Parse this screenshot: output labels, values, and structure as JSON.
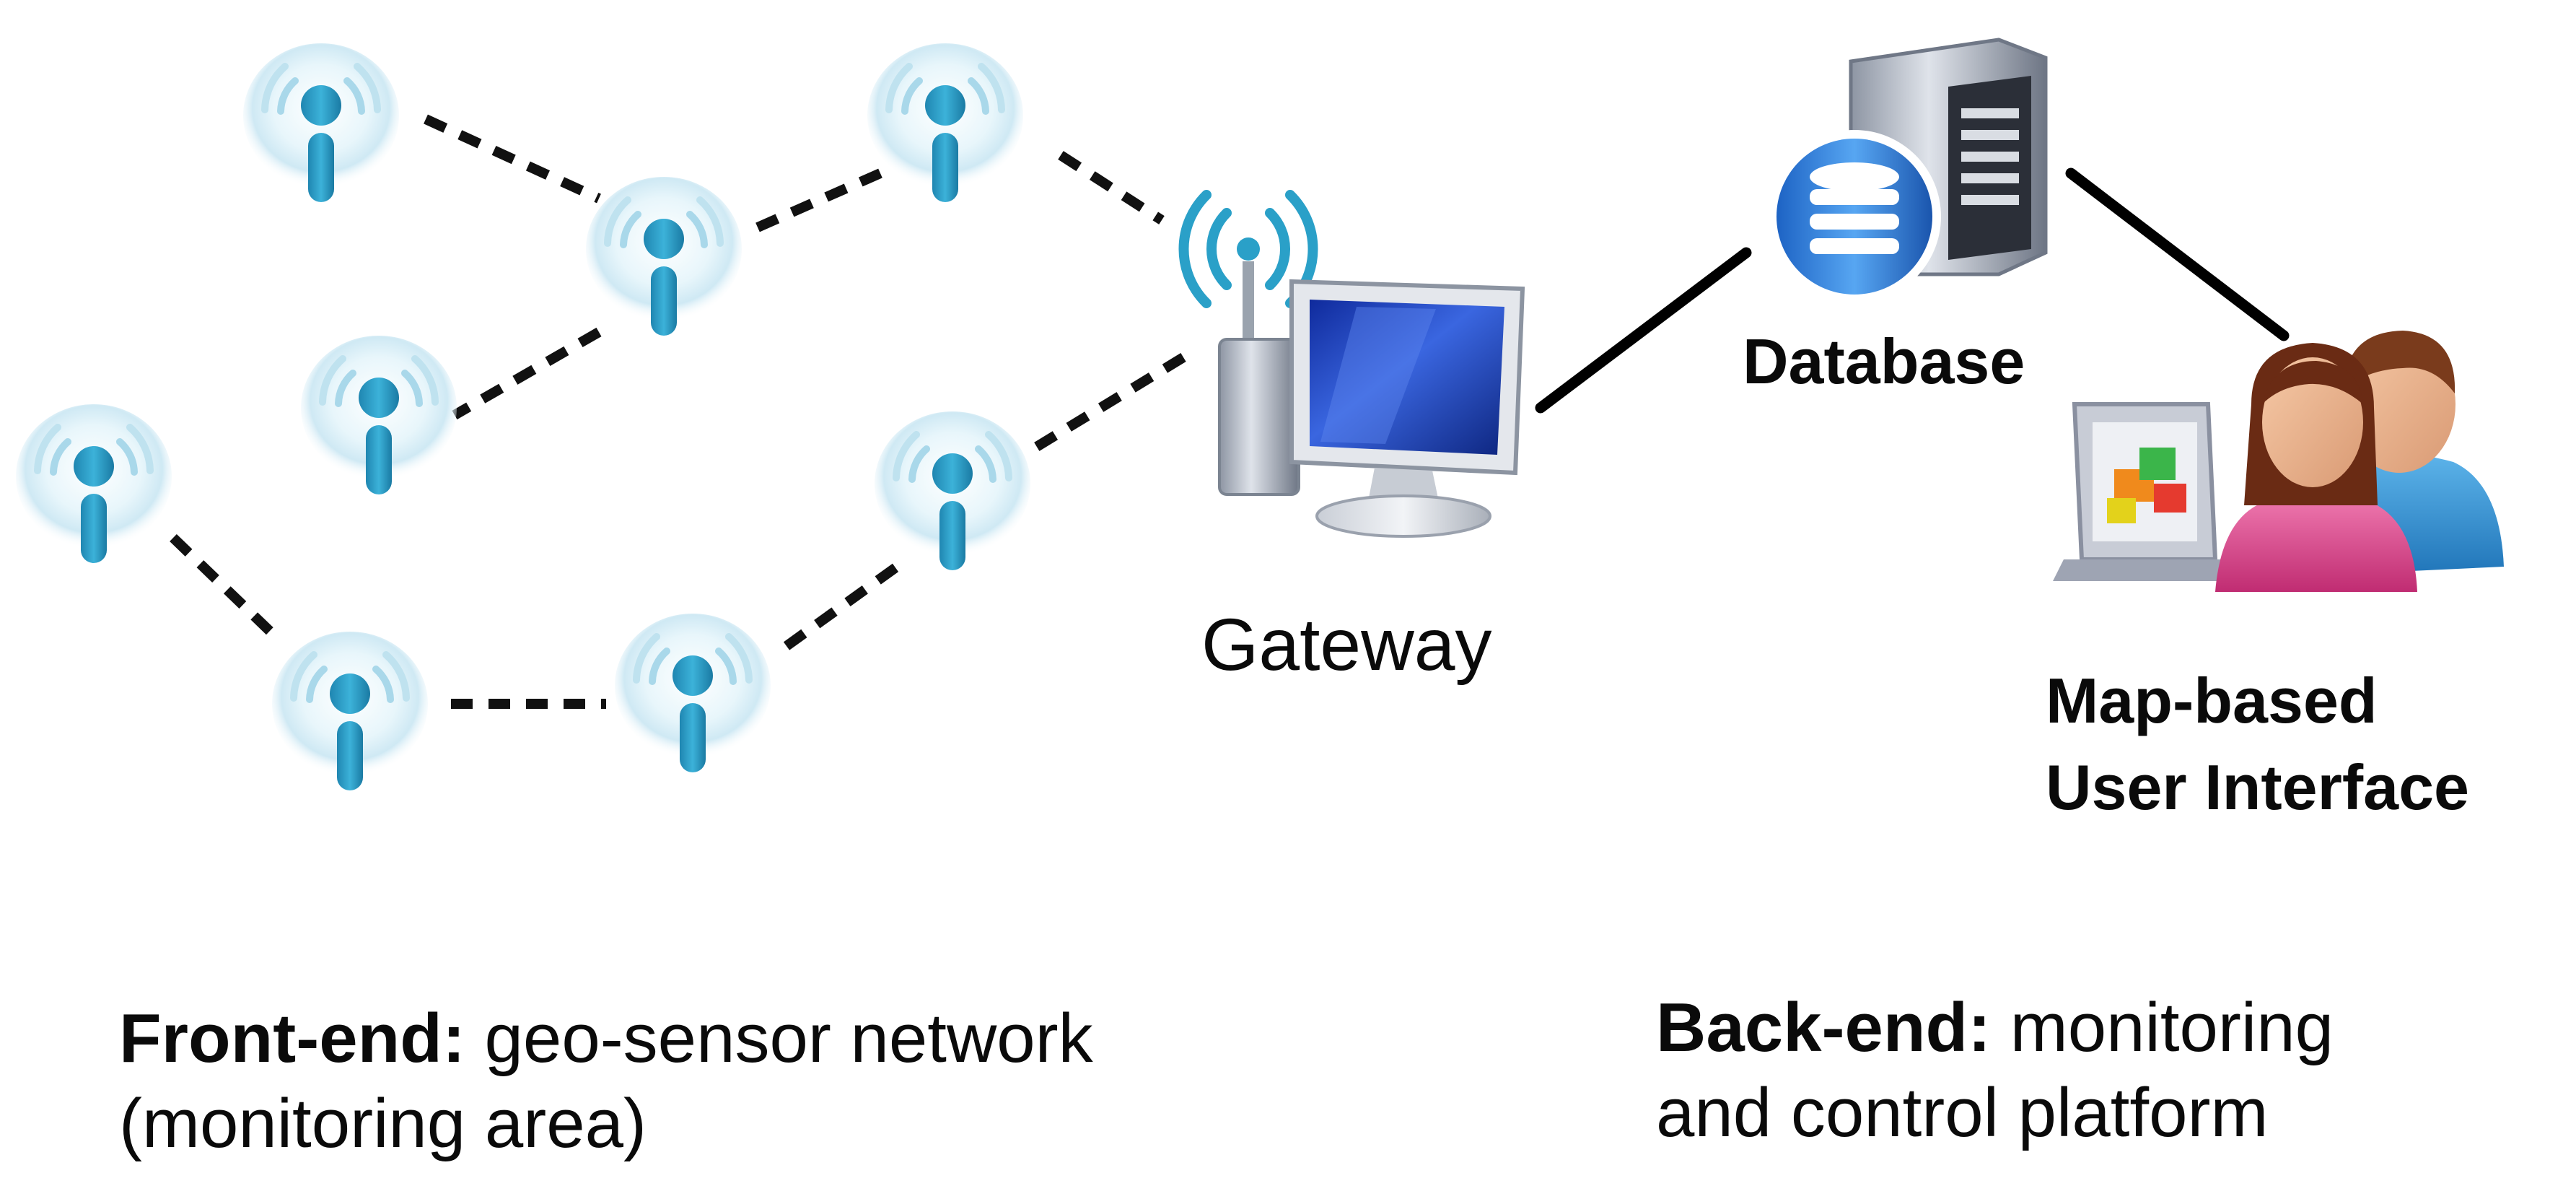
{
  "labels": {
    "gateway": "Gateway",
    "database": "Database",
    "ui_line1": "Map-based",
    "ui_line2": "User Interface"
  },
  "captions": {
    "front_bold": "Front-end:",
    "front_rest": " geo-sensor network",
    "front_line2": "(monitoring area)",
    "back_bold": "Back-end:",
    "back_rest": " monitoring",
    "back_line2": "and control platform"
  },
  "icons": {
    "sensor": "sensor-node-icon",
    "gateway": "gateway-computer-icon",
    "database": "database-server-icon",
    "users": "users-with-laptop-icon"
  },
  "colors": {
    "sensor_blue": "#2b9bc4",
    "halo": "#d6eef7",
    "screen_blue": "#1e3fb8",
    "user_pink": "#d63f86",
    "user_blue": "#2f8fd0"
  }
}
